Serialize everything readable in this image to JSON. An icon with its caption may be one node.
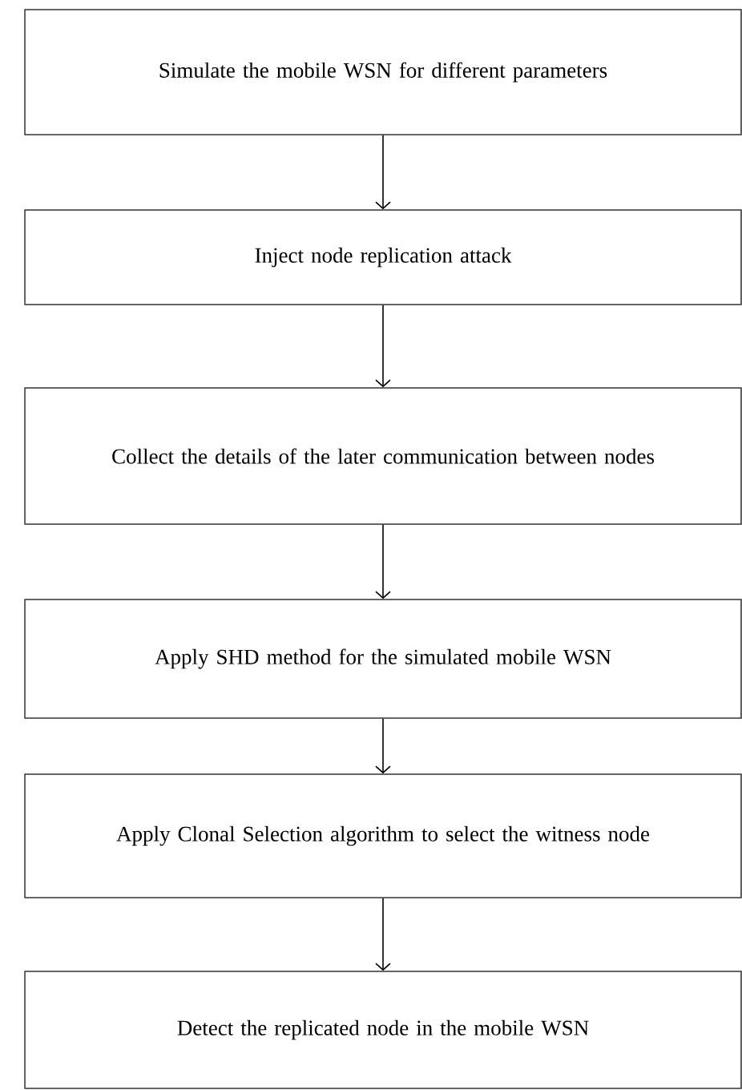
{
  "diagram": {
    "nodes": [
      {
        "text": [
          "Simulate the mobile WSN for different parameters"
        ]
      },
      {
        "text": [
          "Inject node replication attack"
        ]
      },
      {
        "text": [
          "Collect the details of the later communication between nodes"
        ]
      },
      {
        "text": [
          "Apply SHD method for the simulated mobile WSN"
        ]
      },
      {
        "text": [
          "Apply Clonal Selection algorithm to select the witness node"
        ]
      },
      {
        "text": [
          "Detect the replicated node in the mobile WSN"
        ]
      }
    ],
    "edges": [
      {
        "from": 0,
        "to": 1,
        "arrow": "to"
      },
      {
        "from": 1,
        "to": 2,
        "arrow": "to"
      },
      {
        "from": 2,
        "to": 3,
        "arrow": "to"
      },
      {
        "from": 3,
        "to": 4,
        "arrow": "to"
      },
      {
        "from": 4,
        "to": 5,
        "arrow": "to"
      }
    ]
  }
}
